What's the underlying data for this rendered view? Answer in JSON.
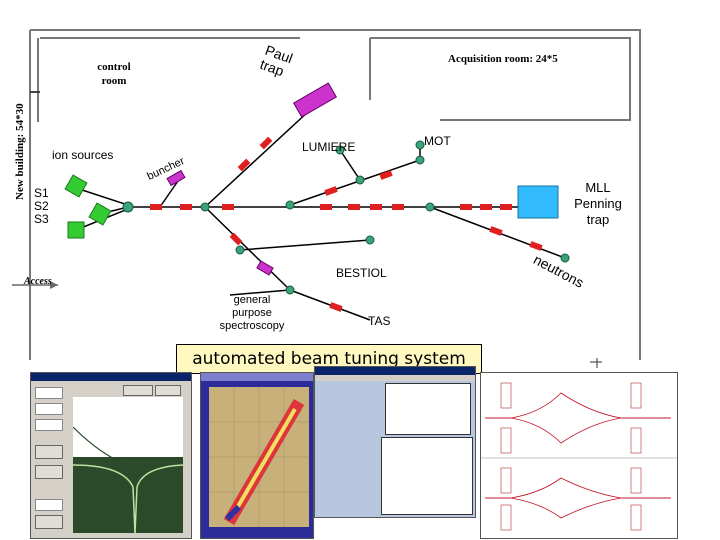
{
  "building_label": "New building: 54*30",
  "control_room": "control room",
  "acquisition_room": "Acquisition room: 24*5",
  "access": "Access",
  "paul_trap": "Paul trap",
  "ion_sources": "ion sources",
  "buncher": "buncher",
  "lumiere": "LUMIERE",
  "mot": "MOT",
  "sources": [
    "S1",
    "S2",
    "S3"
  ],
  "mll_trap": [
    "MLL",
    "Penning",
    "trap"
  ],
  "bestiol": "BESTIOL",
  "neutrons": "neutrons",
  "general_purpose": [
    "general",
    "purpose",
    "spectroscopy"
  ],
  "tas": "TAS",
  "banner": "automated beam tuning system",
  "colors": {
    "beamline": "#000000",
    "quad": "#e02020",
    "node": "#3aa37a",
    "source": "#33cc33",
    "buncher": "#cc33cc",
    "trap": "#33bbff",
    "banner_bg": "#fff8c0"
  }
}
